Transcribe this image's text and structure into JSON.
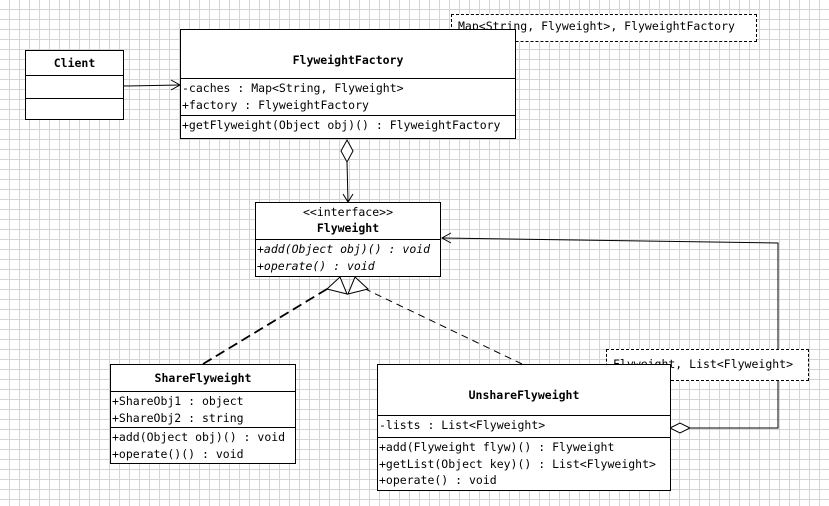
{
  "client": {
    "title": "Client"
  },
  "factory": {
    "title": "FlyweightFactory",
    "attributes": [
      "-caches : Map<String, Flyweight>",
      "+factory : FlyweightFactory"
    ],
    "operations": [
      "+getFlyweight(Object obj)() : FlyweightFactory"
    ],
    "template_note": "Map<String, Flyweight>, FlyweightFactory"
  },
  "flyweight": {
    "stereotype": "<<interface>>",
    "title": "Flyweight",
    "operations": [
      "+add(Object obj)() : void",
      "+operate() : void"
    ]
  },
  "share": {
    "title": "ShareFlyweight",
    "attributes": [
      "+ShareObj1 : object",
      "+ShareObj2 : string"
    ],
    "operations": [
      "+add(Object obj)() : void",
      "+operate()() : void"
    ]
  },
  "unshare": {
    "title": "UnshareFlyweight",
    "attributes": [
      "-lists : List<Flyweight>"
    ],
    "operations": [
      "+add(Flyweight flyw)() : Flyweight",
      "+getList(Object key)() : List<Flyweight>",
      "+operate() : void"
    ],
    "template_note": "Flyweight, List<Flyweight>"
  }
}
